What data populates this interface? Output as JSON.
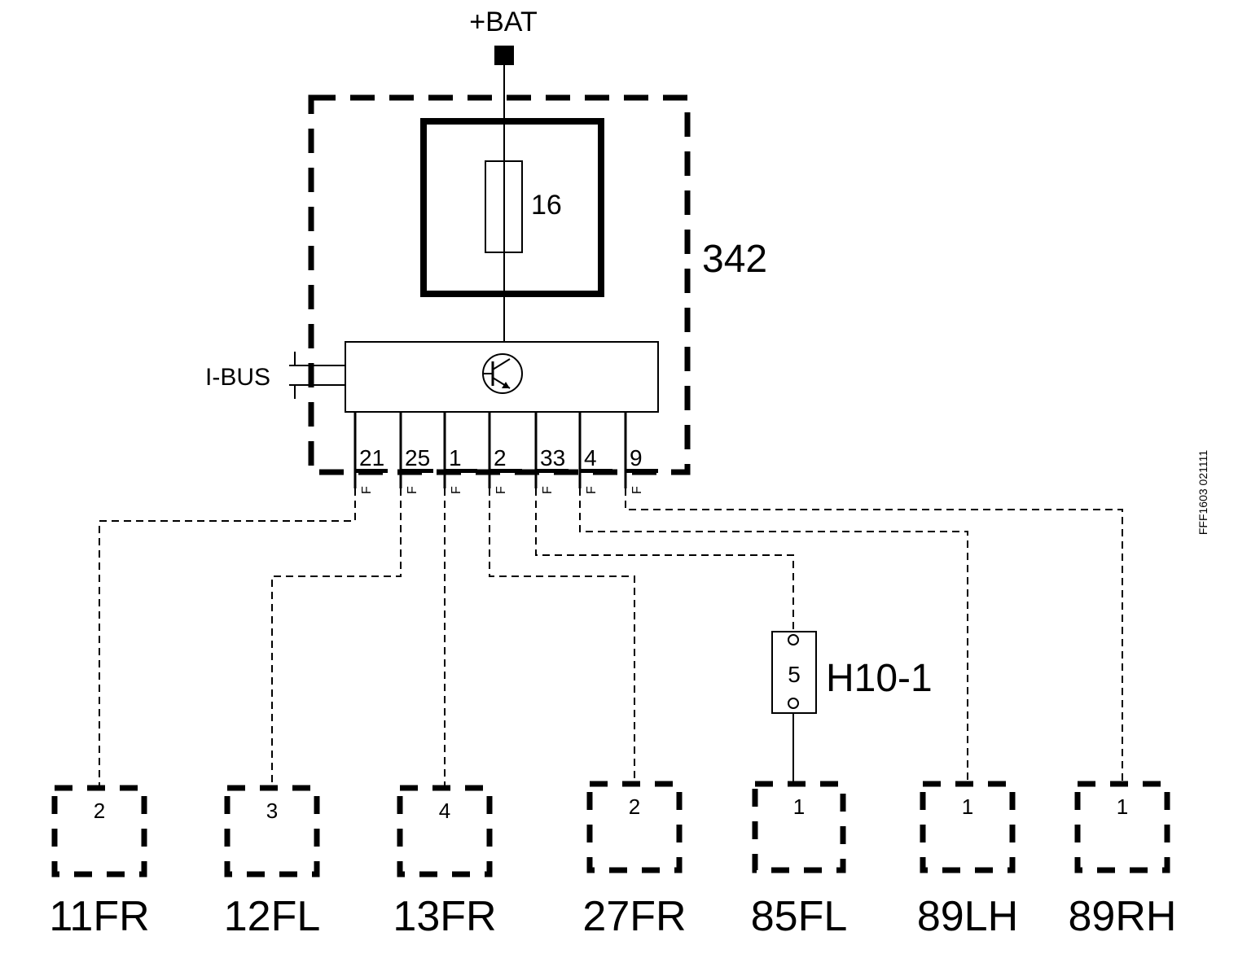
{
  "supply": {
    "label": "+BAT"
  },
  "module": {
    "label": "342"
  },
  "fuse": {
    "label": "16"
  },
  "bus": {
    "label": "I-BUS"
  },
  "pins": [
    {
      "num": "21",
      "tag": "F"
    },
    {
      "num": "25",
      "tag": "F"
    },
    {
      "num": "1",
      "tag": "F"
    },
    {
      "num": "2",
      "tag": "F"
    },
    {
      "num": "33",
      "tag": "F"
    },
    {
      "num": "4",
      "tag": "F"
    },
    {
      "num": "9",
      "tag": "F"
    }
  ],
  "connector_h10": {
    "label": "H10-1",
    "pin": "5"
  },
  "loads": [
    {
      "pin": "2",
      "name": "11FR"
    },
    {
      "pin": "3",
      "name": "12FL"
    },
    {
      "pin": "4",
      "name": "13FR"
    },
    {
      "pin": "2",
      "name": "27FR"
    },
    {
      "pin": "1",
      "name": "85FL"
    },
    {
      "pin": "1",
      "name": "89LH"
    },
    {
      "pin": "1",
      "name": "89RH"
    }
  ],
  "figure_code": "FFF1603 021111"
}
